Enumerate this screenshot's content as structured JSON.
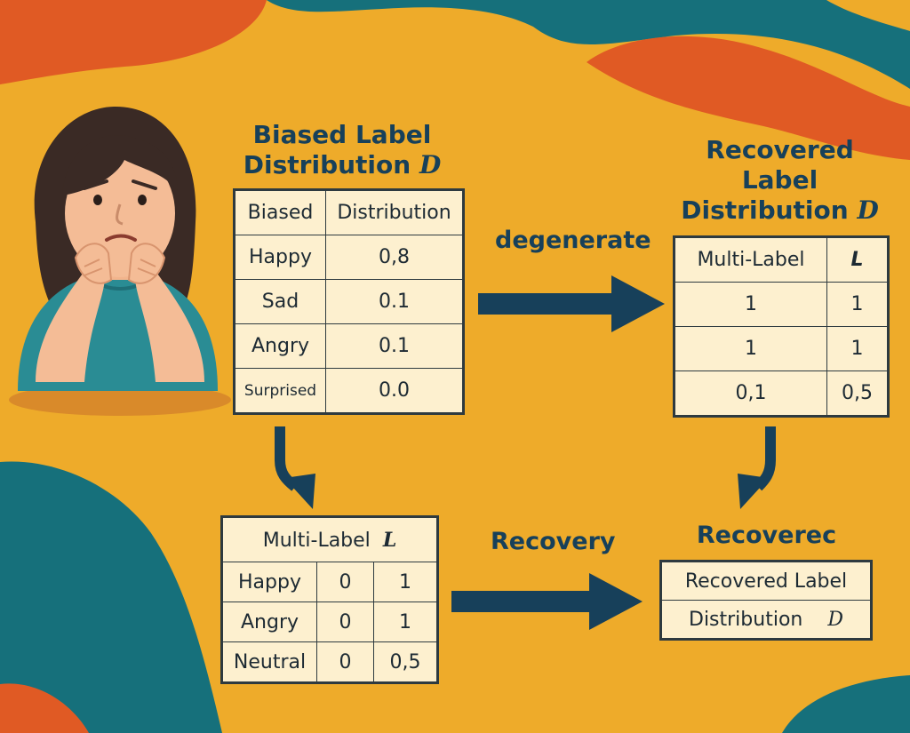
{
  "colors": {
    "background": "#eeab2a",
    "teal": "#16707b",
    "orange": "#e05a24",
    "ink": "#17405a",
    "table_fill": "#fdf0cf"
  },
  "biased": {
    "title_line1": "Biased Label",
    "title_line2": "Distribution",
    "title_symbol": "D",
    "header": [
      "Biased",
      "Distribution"
    ],
    "rows": [
      [
        "Happy",
        "0,8"
      ],
      [
        "Sad",
        "0.1"
      ],
      [
        "Angry",
        "0.1"
      ],
      [
        "Surprised",
        "0.0"
      ]
    ]
  },
  "recovered_top": {
    "title_line1": "Recovered",
    "title_line2": "Label",
    "title_line3": "Distribution",
    "title_symbol": "D",
    "header": [
      "Multi-Label",
      "L"
    ],
    "rows": [
      [
        "1",
        "1"
      ],
      [
        "1",
        "1"
      ],
      [
        "0,1",
        "0,5"
      ]
    ]
  },
  "multilabel": {
    "header_text": "Multi-Label",
    "header_symbol": "L",
    "rows": [
      [
        "Happy",
        "0",
        "1"
      ],
      [
        "Angry",
        "0",
        "1"
      ],
      [
        "Neutral",
        "0",
        "0,5"
      ]
    ]
  },
  "recovered_bottom": {
    "title": "Recoverec",
    "row1": "Recovered Label",
    "row2_text": "Distribution",
    "row2_symbol": "D"
  },
  "flows": {
    "degenerate": "degenerate",
    "recovery": "Recovery"
  },
  "icons": [
    "worried-person-icon",
    "arrow-right-icon",
    "arrow-down-icon"
  ]
}
